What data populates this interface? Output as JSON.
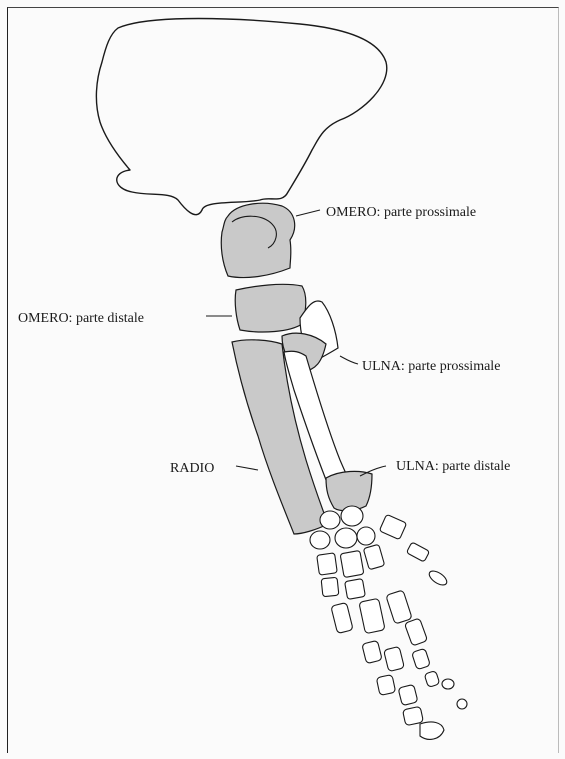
{
  "labels": {
    "omero_prossimale": "OMERO: parte prossimale",
    "omero_distale": "OMERO: parte distale",
    "ulna_prossimale": "ULNA: parte prossimale",
    "radio": "RADIO",
    "ulna_distale": "ULNA: parte distale"
  },
  "colors": {
    "bone_fill": "#c9c9c9",
    "line": "#1a1a1a",
    "paper": "#fbfbfb"
  }
}
